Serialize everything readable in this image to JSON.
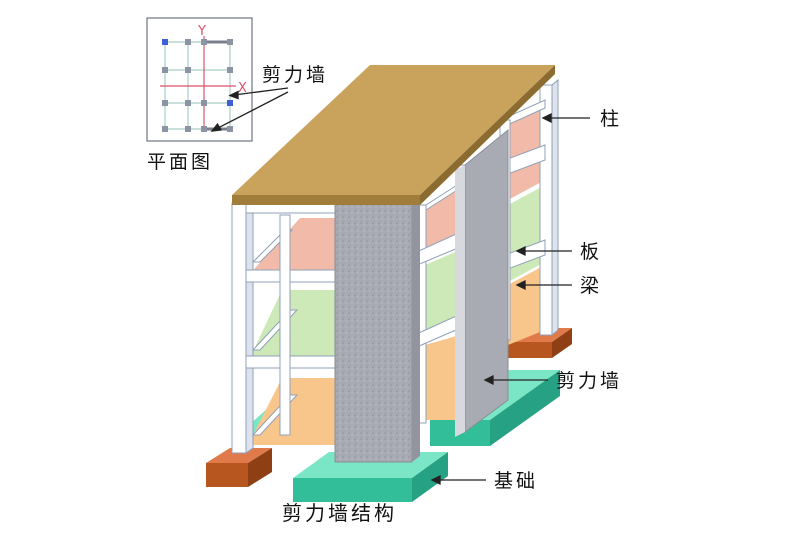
{
  "title": "剪力墙结构",
  "labels": {
    "column": "柱",
    "slab": "板",
    "beam": "梁",
    "shear_wall_side": "剪力墙",
    "foundation": "基础",
    "shear_wall_plan": "剪力墙",
    "plan_view": "平面图"
  },
  "plan_axes": {
    "y": "Y",
    "x": "X"
  },
  "colors": {
    "roof": "#C9A35C",
    "frame": "#FFFFFF",
    "frame_edge": "#8FA0B8",
    "slab_pink": "#F2BBA9",
    "slab_green": "#CDE9B8",
    "slab_orange": "#F8C68B",
    "wall": "#A9ABB4",
    "foundation_teal": "#4DD3B0",
    "foundation_brown": "#B8561F",
    "axis_red": "#E0506A"
  }
}
